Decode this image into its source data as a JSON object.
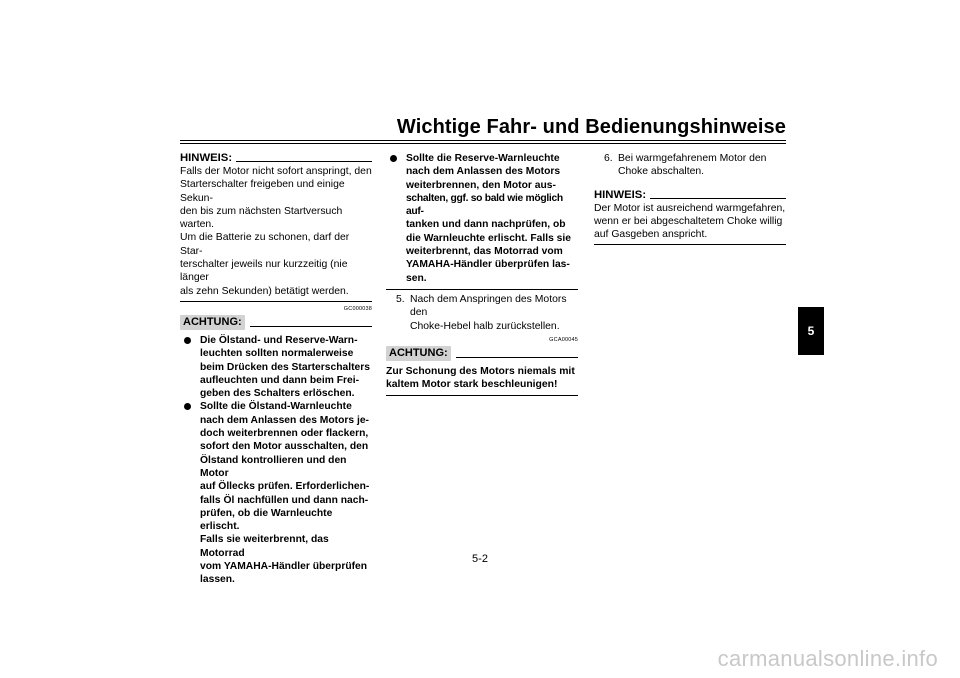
{
  "header": {
    "title": "Wichtige Fahr- und Bedienungshinweise"
  },
  "col1": {
    "note_label": "HINWEIS:",
    "note_lines": [
      "Falls der Motor nicht sofort anspringt, den",
      "Starterschalter freigeben und einige Sekun-",
      "den bis zum nächsten Startversuch warten.",
      "Um die Batterie zu schonen, darf der Star-",
      "terschalter jeweils nur kurzzeitig (nie länger",
      "als zehn Sekunden) betätigt werden."
    ],
    "code": "GC000038",
    "warning_label": "ACHTUNG:",
    "bullets": [
      [
        "Die Ölstand- und Reserve-Warn-",
        "leuchten sollten normalerweise",
        "beim Drücken des Starterschalters",
        "aufleuchten und dann beim Frei-",
        "geben des Schalters erlöschen."
      ],
      [
        "Sollte die Ölstand-Warnleuchte",
        "nach dem Anlassen des Motors je-",
        "doch weiterbrennen oder flackern,",
        "sofort den Motor ausschalten, den",
        "Ölstand kontrollieren und den Motor",
        "auf Öllecks prüfen. Erforderlichen-",
        "falls Öl nachfüllen und dann nach-",
        "prüfen, ob die Warnleuchte erlischt.",
        "Falls sie weiterbrennt, das Motorrad",
        "vom YAMAHA-Händler überprüfen",
        "lassen."
      ]
    ]
  },
  "col2": {
    "bullets": [
      [
        "Sollte die Reserve-Warnleuchte",
        "nach dem Anlassen des Motors",
        "weiterbrennen, den Motor aus-",
        "schalten, ggf. so bald wie möglich auf-",
        "tanken und dann nachprüfen, ob",
        "die Warnleuchte erlischt. Falls sie",
        "weiterbrennt, das Motorrad vom",
        "YAMAHA-Händler überprüfen las-",
        "sen."
      ]
    ],
    "step5_num": "5.",
    "step5_lines": [
      "Nach dem Anspringen des Motors den",
      "Choke-Hebel halb zurückstellen."
    ],
    "code": "GCA00045",
    "warning_label": "ACHTUNG:",
    "warning_lines": [
      "Zur Schonung des Motors niemals mit",
      "kaltem Motor stark beschleunigen!"
    ]
  },
  "col3": {
    "step6_num": "6.",
    "step6_lines": [
      "Bei warmgefahrenem Motor den",
      "Choke abschalten."
    ],
    "note_label": "HINWEIS:",
    "note_lines": [
      "Der Motor ist ausreichend warmgefahren,",
      "wenn er bei abgeschaltetem Choke willig",
      "auf Gasgeben anspricht."
    ]
  },
  "footer": {
    "page_number": "5-2",
    "chapter": "5",
    "watermark": "carmanualsonline.info"
  }
}
